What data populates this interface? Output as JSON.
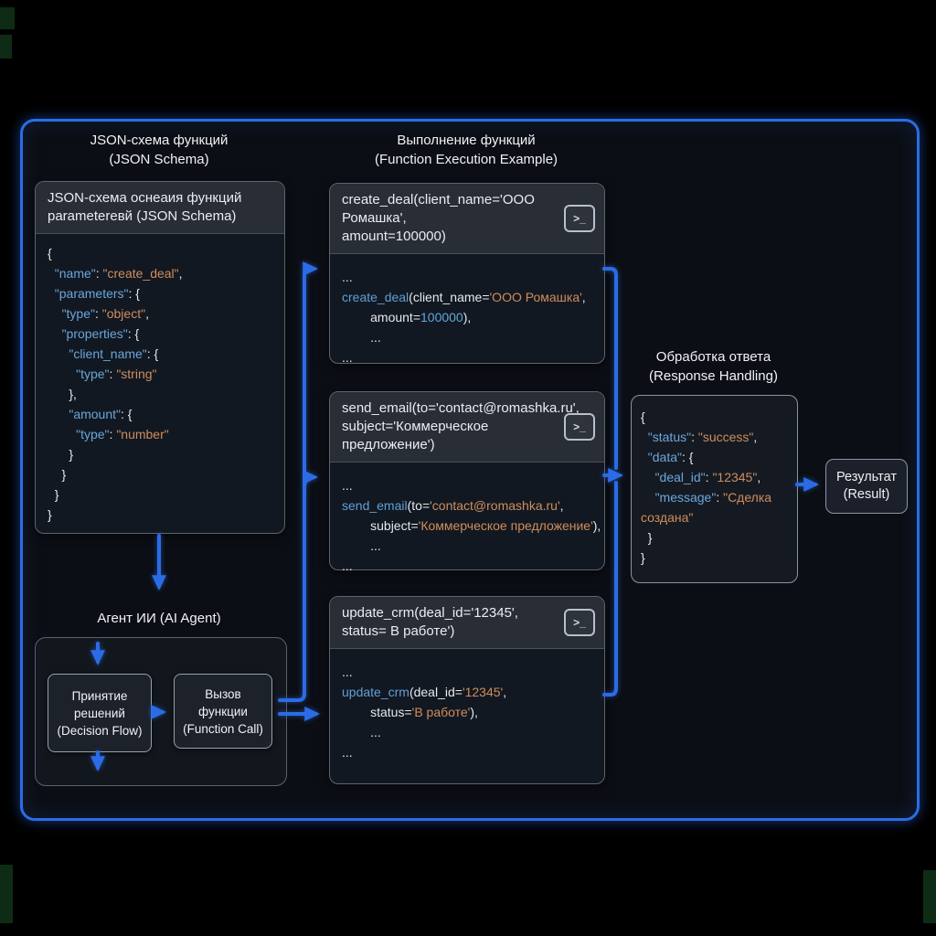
{
  "colors": {
    "accent_blue": "#2b6ce6",
    "code_key": "#6aa6dc",
    "code_string": "#cf8d5c",
    "code_number": "#5fa8dc",
    "panel_header_bg": "#282d36",
    "panel_body_bg": "#121821"
  },
  "headings": {
    "schema": "JSON-схема функций\n(JSON Schema)",
    "execution": "Выполнение функций\n(Function Execution Example)",
    "response": "Обработка ответа\n(Response Handling)",
    "agent": "Агент ИИ (AI Agent)"
  },
  "icons": {
    "terminal_glyph": ">_"
  },
  "schema_panel": {
    "header": "JSON-схема оснеаия функций\nparametereвй (JSON Schema)",
    "code": [
      [
        [
          "p",
          "{"
        ]
      ],
      [
        [
          "p",
          "  "
        ],
        [
          "k",
          "\"name\""
        ],
        [
          "p",
          ": "
        ],
        [
          "s",
          "\"create_deal\""
        ],
        [
          "p",
          ","
        ]
      ],
      [
        [
          "p",
          "  "
        ],
        [
          "k",
          "\"parameters\""
        ],
        [
          "p",
          ": {"
        ]
      ],
      [
        [
          "p",
          "    "
        ],
        [
          "k",
          "\"type\""
        ],
        [
          "p",
          ": "
        ],
        [
          "s",
          "\"object\""
        ],
        [
          "p",
          ","
        ]
      ],
      [
        [
          "p",
          "    "
        ],
        [
          "k",
          "\"properties\""
        ],
        [
          "p",
          ": {"
        ]
      ],
      [
        [
          "p",
          "      "
        ],
        [
          "k",
          "\"client_name\""
        ],
        [
          "p",
          ": {"
        ]
      ],
      [
        [
          "p",
          "        "
        ],
        [
          "k",
          "\"type\""
        ],
        [
          "p",
          ": "
        ],
        [
          "s",
          "\"string\""
        ]
      ],
      [
        [
          "p",
          "      },"
        ]
      ],
      [
        [
          "p",
          "      "
        ],
        [
          "k",
          "\"amount\""
        ],
        [
          "p",
          ": {"
        ]
      ],
      [
        [
          "p",
          "        "
        ],
        [
          "k",
          "\"type\""
        ],
        [
          "p",
          ": "
        ],
        [
          "s",
          "\"number\""
        ]
      ],
      [
        [
          "p",
          "      }"
        ]
      ],
      [
        [
          "p",
          "    }"
        ]
      ],
      [
        [
          "p",
          "  }"
        ]
      ],
      [
        [
          "p",
          "}"
        ]
      ]
    ]
  },
  "exec_panels": [
    {
      "header": "create_deal(client_name='ООО Ромашка',\namount=100000)",
      "code": [
        [
          [
            "p",
            "..."
          ]
        ],
        [
          [
            "f",
            "create_deal"
          ],
          [
            "p",
            "(client_name="
          ],
          [
            "s",
            "'ООО Ромашка'"
          ],
          [
            "p",
            ","
          ]
        ],
        [
          [
            "p",
            "        amount="
          ],
          [
            "n",
            "100000"
          ],
          [
            "p",
            "),"
          ]
        ],
        [
          [
            "p",
            "        ..."
          ]
        ],
        [
          [
            "p",
            "..."
          ]
        ]
      ]
    },
    {
      "header": "send_email(to='contact@romashka.ru',\nsubject='Коммерческое предложение')",
      "code": [
        [
          [
            "p",
            "..."
          ]
        ],
        [
          [
            "f",
            "send_email"
          ],
          [
            "p",
            "(to="
          ],
          [
            "s",
            "'contact@romashka.ru'"
          ],
          [
            "p",
            ","
          ]
        ],
        [
          [
            "p",
            "        subject="
          ],
          [
            "s",
            "'Коммерческое предложение'"
          ],
          [
            "p",
            "),"
          ]
        ],
        [
          [
            "p",
            "        ..."
          ]
        ],
        [
          [
            "p",
            "..."
          ]
        ]
      ]
    },
    {
      "header": "update_crm(deal_id='12345',\nstatus= В работе')",
      "code": [
        [
          [
            "p",
            "..."
          ]
        ],
        [
          [
            "f",
            "update_crm"
          ],
          [
            "p",
            "(deal_id="
          ],
          [
            "s",
            "'12345'"
          ],
          [
            "p",
            ","
          ]
        ],
        [
          [
            "p",
            "        status="
          ],
          [
            "s",
            "'В работе'"
          ],
          [
            "p",
            "),"
          ]
        ],
        [
          [
            "p",
            "        ..."
          ]
        ],
        [
          [
            "p",
            "..."
          ]
        ]
      ]
    }
  ],
  "response_panel": {
    "code": [
      [
        [
          "p",
          "{"
        ]
      ],
      [
        [
          "p",
          "  "
        ],
        [
          "k",
          "\"status\""
        ],
        [
          "p",
          ": "
        ],
        [
          "s",
          "\"success\""
        ],
        [
          "p",
          ","
        ]
      ],
      [
        [
          "p",
          "  "
        ],
        [
          "k",
          "\"data\""
        ],
        [
          "p",
          ": {"
        ]
      ],
      [
        [
          "p",
          "    "
        ],
        [
          "k",
          "\"deal_id\""
        ],
        [
          "p",
          ": "
        ],
        [
          "s",
          "\"12345\""
        ],
        [
          "p",
          ","
        ]
      ],
      [
        [
          "p",
          "    "
        ],
        [
          "k",
          "\"message\""
        ],
        [
          "p",
          ": "
        ],
        [
          "s",
          "\"Сделка"
        ]
      ],
      [
        [
          "s",
          "создана\""
        ]
      ],
      [
        [
          "p",
          "  }"
        ]
      ],
      [
        [
          "p",
          "}"
        ]
      ]
    ]
  },
  "agent_flow": {
    "decision_box": "Принятие\nрешений\n(Decision Flow)",
    "call_box": "Вызов\nфункции\n(Function Call)"
  },
  "result_box": "Результат\n(Result)"
}
